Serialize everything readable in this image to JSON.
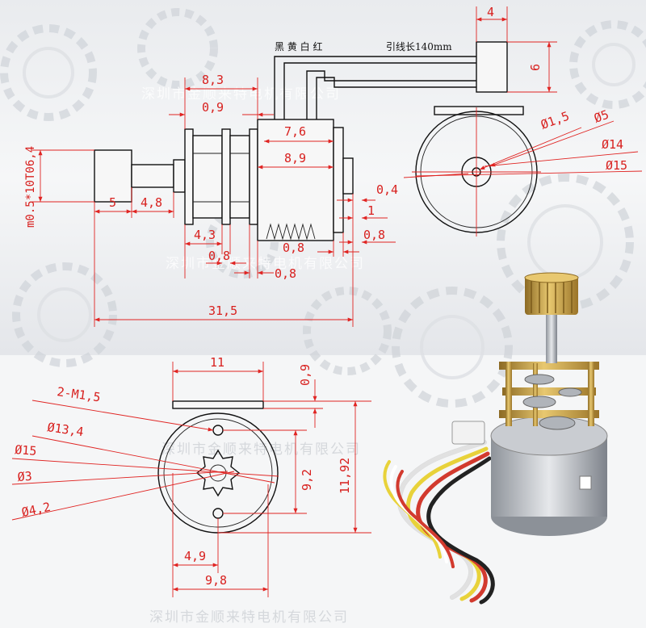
{
  "wire_colors": "黑 黄 白 红",
  "lead_length": "引线长140mm",
  "watermark": "深圳市金顺来特电机有限公司",
  "top_dims": {
    "d_4": "4",
    "d_6": "6",
    "d_8_3": "8,3",
    "d_0_9": "0,9",
    "d_7_6": "7,6",
    "d_8_9": "8,9",
    "shaft_spec": "m0.5*10T06,4",
    "d_5": "5",
    "d_4_8": "4,8",
    "d_4_3": "4,3",
    "d_0_8a": "0,8",
    "d_0_8b": "0,8",
    "d_0_8c": "0,8",
    "d_0_8d": "0,8",
    "d_0_4": "0,4",
    "d_1": "1",
    "d_31_5": "31,5",
    "phi_1_5": "Ø1,5",
    "phi_5": "Ø5",
    "phi_14": "Ø14",
    "phi_15": "Ø15"
  },
  "bottom_dims": {
    "d_11": "11",
    "d_0_9": "0,9",
    "m1_5": "2-M1,5",
    "phi_13_4": "Ø13,4",
    "phi_15": "Ø15",
    "phi_3": "Ø3",
    "phi_4_2": "Ø4,2",
    "d_9_2": "9,2",
    "d_11_92": "11,92",
    "d_4_9": "4,9",
    "d_9_8": "9,8"
  },
  "colors": {
    "dimension": "#e02422",
    "outline": "#111111",
    "brass": "#c9a24a",
    "steel": "#b8bcc2",
    "background_gear": "#d4d7db"
  }
}
